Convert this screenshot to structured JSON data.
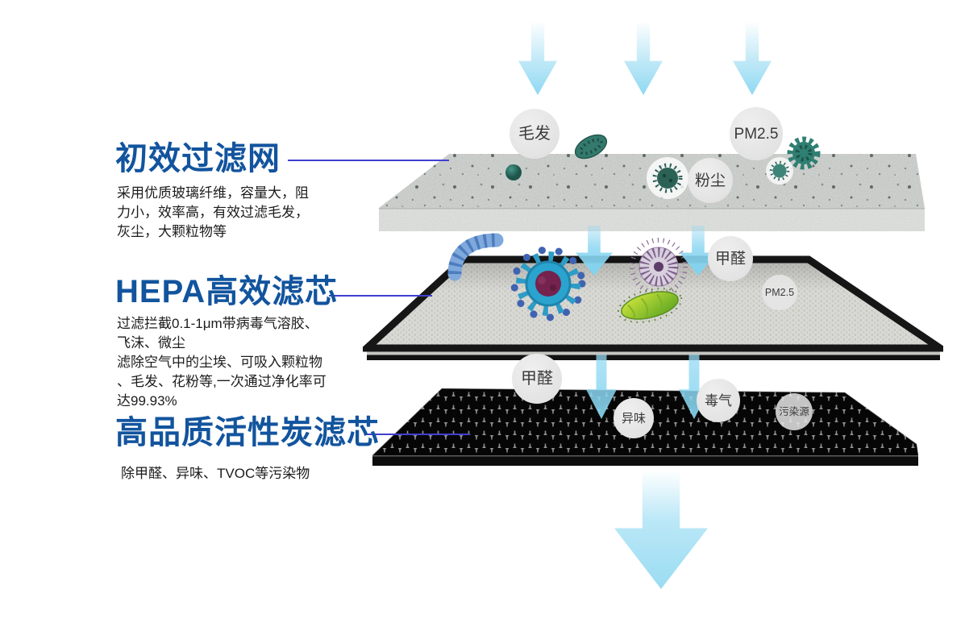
{
  "sections": [
    {
      "id": "prefilter",
      "title": "初效过滤网",
      "description": "采用优质玻璃纤维，容量大，阻\n力小，效率高，有效过滤毛发，\n灰尘，大颗粒物等"
    },
    {
      "id": "hepa",
      "title": "HEPA高效滤芯",
      "description": "过滤拦截0.1-1μm带病毒气溶胶、\n飞沫、微尘\n滤除空气中的尘埃、可吸入颗粒物\n、毛发、花粉等,一次通过净化率可\n达99.93%"
    },
    {
      "id": "carbon",
      "title": "高品质活性炭滤芯",
      "description": "除甲醛、异味、TVOC等污染物"
    }
  ],
  "particle_labels": {
    "hair": "毛发",
    "pm25_top": "PM2.5",
    "dust": "粉尘",
    "formaldehyde_hepa": "甲醛",
    "pm25_hepa": "PM2.5",
    "formaldehyde_carbon": "甲醛",
    "odor": "异味",
    "toxic_gas": "毒气",
    "pollution_source": "污染源"
  },
  "colors": {
    "title_blue": "#12549e",
    "leader_line": "#3f3fd0",
    "arrow_blue": "#8ed8f2",
    "label_circle_bg": "#e7e7e7",
    "label_text": "#3a3a3a",
    "body_text": "#1c1c1c"
  }
}
